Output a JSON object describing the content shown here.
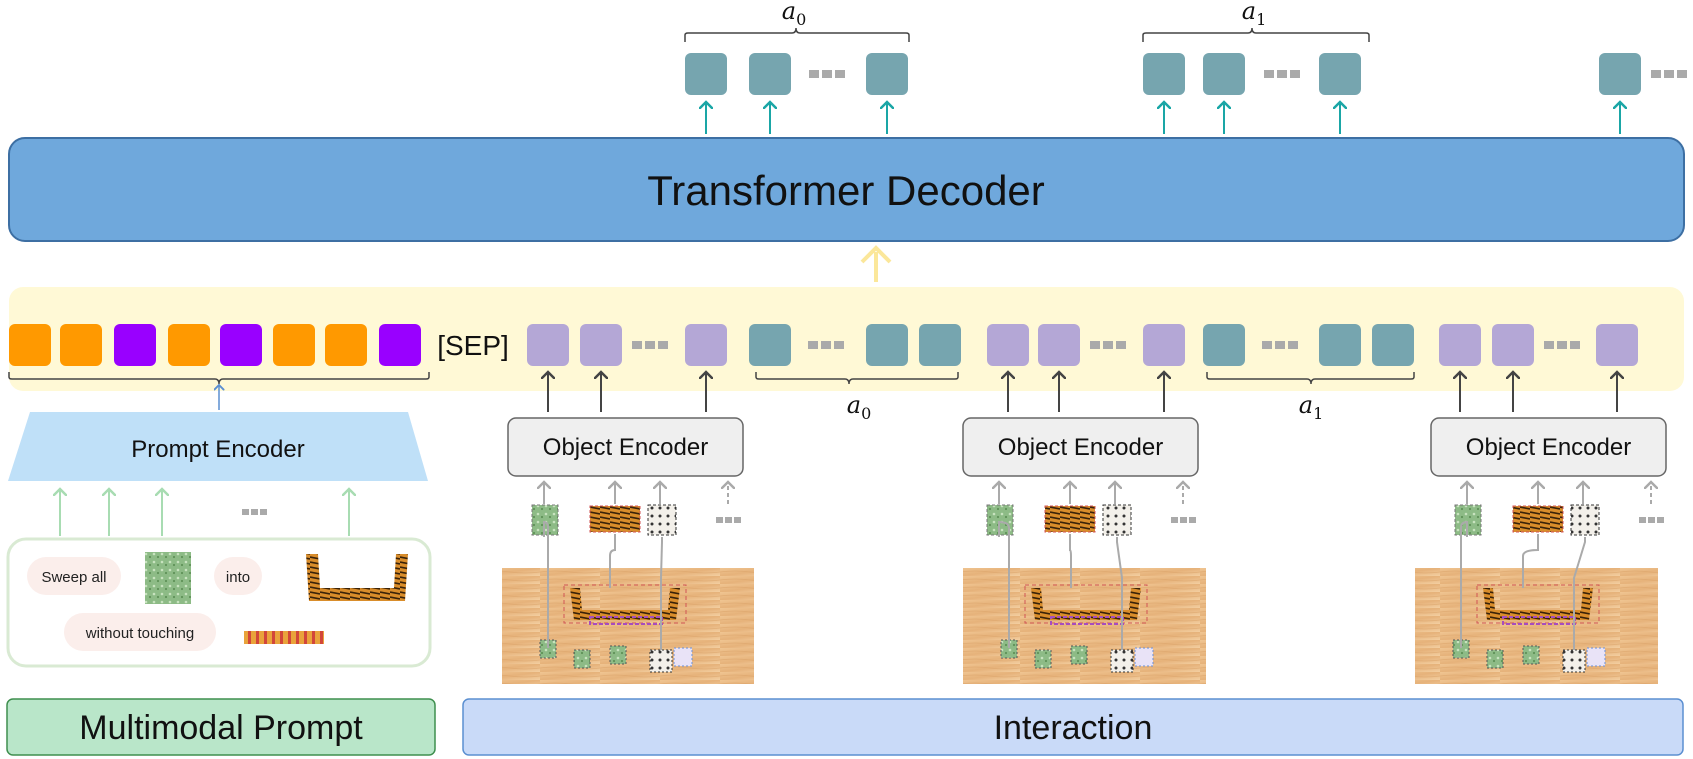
{
  "decoder": {
    "label": "Transformer Decoder"
  },
  "sep_token": "[SEP]",
  "action_labels": {
    "a0_top": "a",
    "a0_top_sub": "0",
    "a1_top": "a",
    "a1_top_sub": "1",
    "a0_bottom": "a",
    "a0_bottom_sub": "0",
    "a1_bottom": "a",
    "a1_bottom_sub": "1"
  },
  "prompt_encoder": {
    "label": "Prompt Encoder"
  },
  "object_encoders": [
    {
      "label": "Object Encoder"
    },
    {
      "label": "Object Encoder"
    },
    {
      "label": "Object Encoder"
    }
  ],
  "prompt_words": {
    "sweep": "Sweep all",
    "into": "into",
    "without": "without touching"
  },
  "sections": {
    "multimodal": "Multimodal Prompt",
    "interaction": "Interaction"
  },
  "ellipsis": "...",
  "colors": {
    "orange": "#ff9900",
    "purple": "#9900ff",
    "lavender": "#b4a7d6",
    "teal": "#76a5af",
    "decoder_fill": "#6fa8dc",
    "decoder_stroke": "#3d6fa3",
    "token_band": "#fff9d6",
    "prompt_box": "#d9ead3",
    "multimodal_fill": "#b9e6c9",
    "interaction_fill": "#c9daf8"
  },
  "prompt_token_colors": [
    "orange",
    "orange",
    "purple",
    "orange",
    "purple",
    "orange",
    "orange",
    "purple"
  ]
}
